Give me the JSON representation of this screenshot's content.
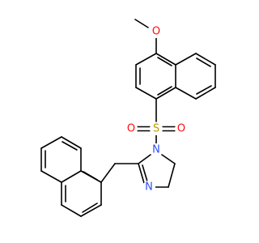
{
  "colors": {
    "bond": "#000000",
    "oxygen": "#ff0d0d",
    "sulfur": "#b8a000",
    "nitrogen": "#3050f8"
  },
  "atoms": {
    "methoxy_o": "O",
    "sulfonyl_s": "S",
    "sulfonyl_o_left": "O",
    "sulfonyl_o_right": "O",
    "n1": "N",
    "n3": "N"
  }
}
